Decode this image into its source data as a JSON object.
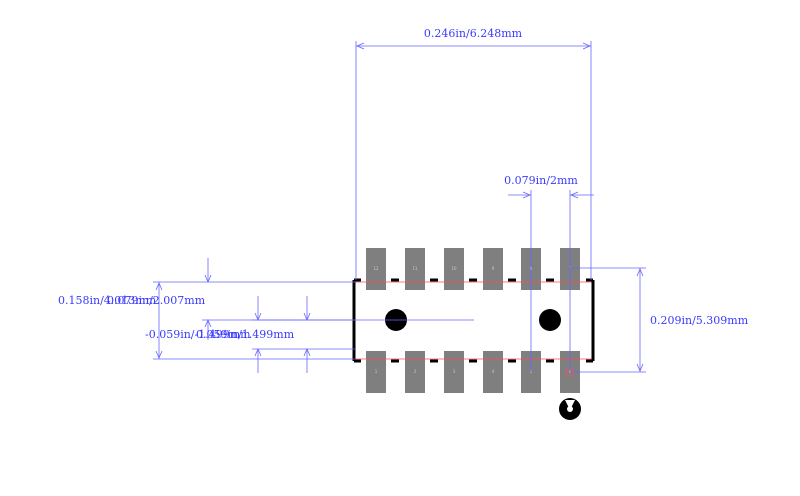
{
  "dimensions": {
    "overall_width": "0.246in/6.248mm",
    "pitch": "0.079in/2mm",
    "overall_height": "0.209in/5.309mm",
    "body_height": "0.158in/4.013mm",
    "pad_length": "0.079in/2.007mm",
    "pad_offset_a": "-0.059in/-1.499mm",
    "pad_offset_b": "0.059in/1.499mm"
  },
  "pads": {
    "top_labels": [
      "12",
      "11",
      "10",
      "9",
      "8",
      "7"
    ],
    "bottom_labels": [
      "1",
      "2",
      "3",
      "4",
      "5",
      "6"
    ]
  },
  "colors": {
    "dimension": "#3a3aff",
    "pad": "#7f7f7f",
    "outline": "#000000",
    "courtyard": "#ff4d4d"
  },
  "icons": {
    "pin1_marker": "pin-one-marker-icon",
    "fiducial": "fiducial-icon"
  }
}
